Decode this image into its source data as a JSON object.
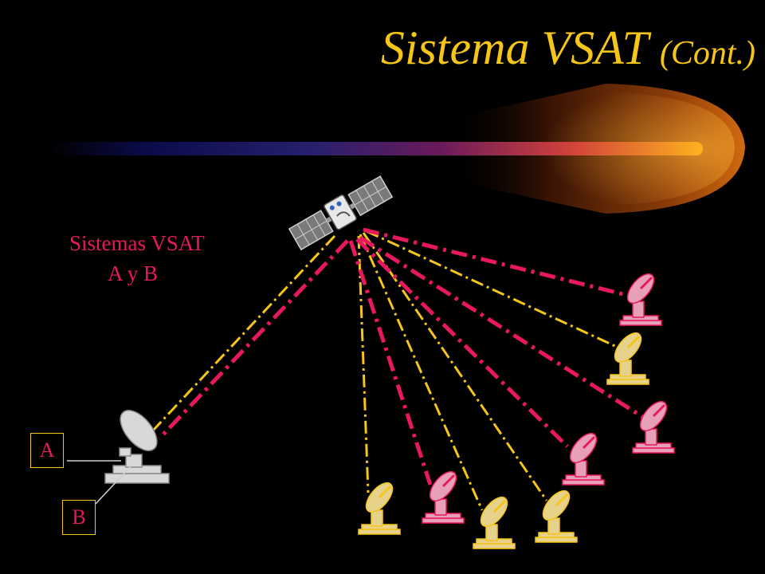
{
  "title": {
    "main": "Sistema  VSAT",
    "suffix": "(Cont.)"
  },
  "label": {
    "line1": "Sistemas VSAT",
    "line2": "A  y  B"
  },
  "terminals": {
    "a": "A",
    "b": "B"
  },
  "colors": {
    "background": "#000000",
    "title": "#f5c518",
    "system_a_link": "#f5c518",
    "system_b_link": "#e8185f",
    "label_text": "#e8185f"
  },
  "icons": {
    "satellite": "satellite-icon",
    "hub": "hub-dish-icon",
    "vsat": "vsat-dish-icon"
  }
}
